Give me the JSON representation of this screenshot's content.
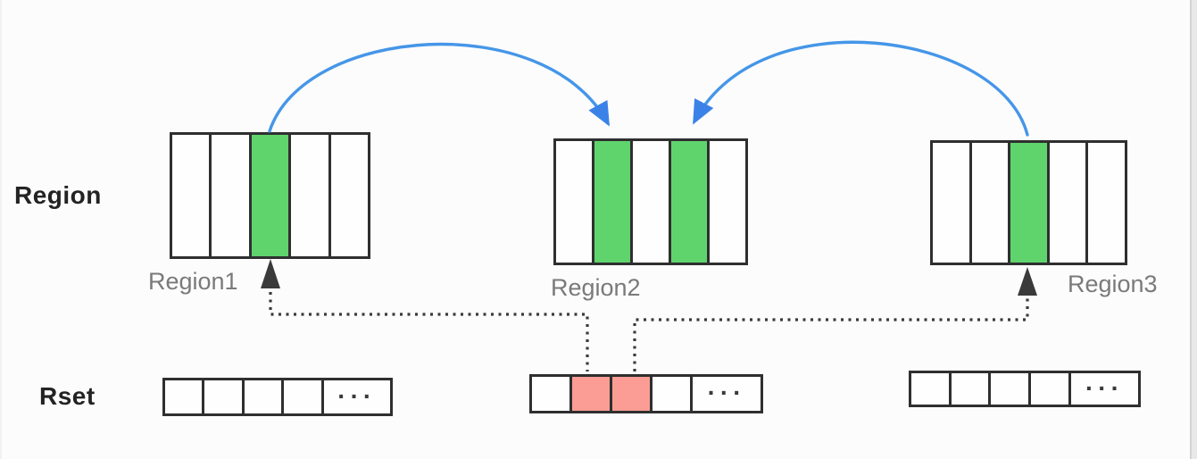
{
  "labels": {
    "region_row": "Region",
    "rset_row": "Rset"
  },
  "regions": [
    {
      "name": "Region1",
      "cells": 5,
      "green_cells": [
        2
      ]
    },
    {
      "name": "Region2",
      "cells": 5,
      "green_cells": [
        1,
        3
      ]
    },
    {
      "name": "Region3",
      "cells": 5,
      "green_cells": [
        2
      ]
    }
  ],
  "rsets": [
    {
      "cells": 4,
      "pink_cells": [],
      "ellipsis": "···"
    },
    {
      "cells": 4,
      "pink_cells": [
        1,
        2
      ],
      "ellipsis": "···"
    },
    {
      "cells": 4,
      "pink_cells": [],
      "ellipsis": "···"
    }
  ],
  "connections": {
    "blue_reference_arrows": [
      {
        "from": "Region1 green cell",
        "to": "Region2 first green cell"
      },
      {
        "from": "Region3 green cell",
        "to": "Region2 second green cell"
      }
    ],
    "dotted_rset_arrows": [
      {
        "from": "Rset2 pink cell 1",
        "to": "Region1 green cell"
      },
      {
        "from": "Rset2 pink cell 2",
        "to": "Region3 green cell"
      }
    ]
  },
  "colors": {
    "background": "#fcfcfc",
    "green_cell": "#5fd46d",
    "pink_cell": "#fb9d94",
    "blue_arrow": "#4596e8",
    "blue_arrow_head": "#3b82e8",
    "box_border": "#2f2f2f",
    "dotted_line": "#3a3a3a",
    "row_label": "#232323",
    "region_name": "#7a7a7a",
    "right_strip": "#e9e9e9"
  }
}
